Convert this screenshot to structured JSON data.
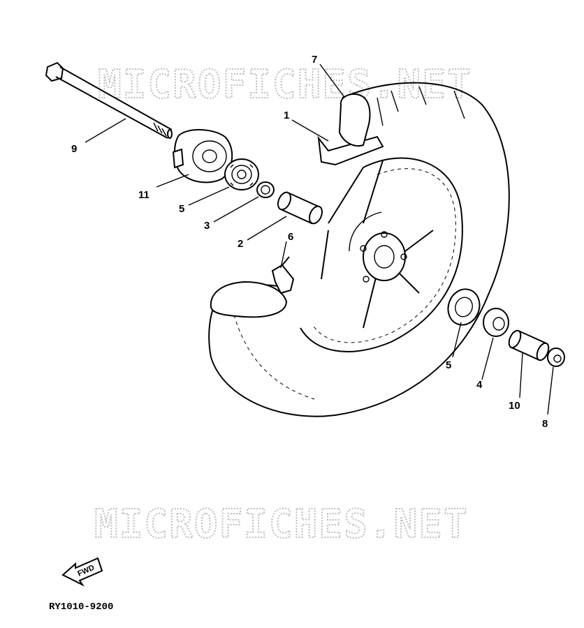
{
  "watermark": "MICROFICHES.NET",
  "reference_code": "RY1010-9200",
  "fwd_label": "FWD",
  "callouts": [
    {
      "id": "1",
      "label": "1"
    },
    {
      "id": "2",
      "label": "2"
    },
    {
      "id": "3",
      "label": "3"
    },
    {
      "id": "4",
      "label": "4"
    },
    {
      "id": "5a",
      "label": "5"
    },
    {
      "id": "5b",
      "label": "5"
    },
    {
      "id": "6",
      "label": "6"
    },
    {
      "id": "7",
      "label": "7"
    },
    {
      "id": "8",
      "label": "8"
    },
    {
      "id": "9",
      "label": "9"
    },
    {
      "id": "10",
      "label": "10"
    },
    {
      "id": "11",
      "label": "11"
    }
  ]
}
